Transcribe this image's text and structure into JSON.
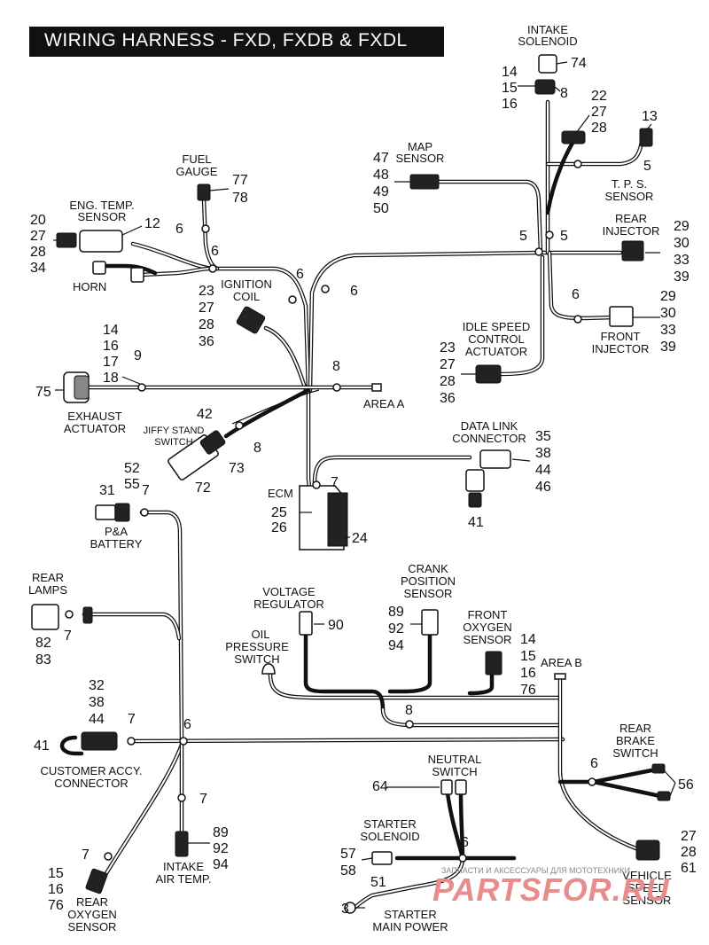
{
  "title": "WIRING HARNESS - FXD, FXDB & FXDL",
  "labels": {
    "intake_solenoid": [
      "INTAKE",
      "SOLENOID"
    ],
    "map_sensor": [
      "MAP",
      "SENSOR"
    ],
    "fuel_gauge": [
      "FUEL",
      "GAUGE"
    ],
    "eng_temp_sensor": [
      "ENG. TEMP.",
      "SENSOR"
    ],
    "horn": "HORN",
    "ignition_coil": [
      "IGNITION",
      "COIL"
    ],
    "tps_sensor": [
      "T. P. S.",
      "SENSOR"
    ],
    "rear_injector": [
      "REAR",
      "INJECTOR"
    ],
    "front_injector": [
      "FRONT",
      "INJECTOR"
    ],
    "idle_speed": [
      "IDLE SPEED",
      "CONTROL",
      "ACTUATOR"
    ],
    "exhaust_actuator": [
      "EXHAUST",
      "ACTUATOR"
    ],
    "jiffy_stand": [
      "JIFFY STAND",
      "SWITCH"
    ],
    "area_a": "AREA A",
    "data_link": [
      "DATA LINK",
      "CONNECTOR"
    ],
    "ecm": "ECM",
    "pa_battery": [
      "P&A",
      "BATTERY"
    ],
    "rear_lamps": [
      "REAR",
      "LAMPS"
    ],
    "voltage_regulator": [
      "VOLTAGE",
      "REGULATOR"
    ],
    "crank_position": [
      "CRANK",
      "POSITION",
      "SENSOR"
    ],
    "front_oxygen": [
      "FRONT",
      "OXYGEN",
      "SENSOR"
    ],
    "oil_pressure": [
      "OIL",
      "PRESSURE",
      "SWITCH"
    ],
    "area_b": "AREA B",
    "customer_accy": [
      "CUSTOMER ACCY.",
      "CONNECTOR"
    ],
    "rear_brake": [
      "REAR",
      "BRAKE",
      "SWITCH"
    ],
    "neutral_switch": [
      "NEUTRAL",
      "SWITCH"
    ],
    "starter_solenoid": [
      "STARTER",
      "SOLENOID"
    ],
    "vehicle_speed": [
      "VEHICLE",
      "SPEED",
      "SENSOR"
    ],
    "intake_air_temp": [
      "INTAKE",
      "AIR TEMP."
    ],
    "rear_oxygen": [
      "REAR",
      "OXYGEN",
      "SENSOR"
    ],
    "starter_main_power": [
      "STARTER",
      "MAIN POWER"
    ]
  },
  "callouts": {
    "intake_solenoid_a": [
      "14",
      "15",
      "16"
    ],
    "intake_solenoid_b": [
      "74",
      "8"
    ],
    "tps_pigtail": [
      "22",
      "27",
      "28"
    ],
    "tps_top": "13",
    "tps_clip": "5",
    "map_sensor": [
      "47",
      "48",
      "49",
      "50"
    ],
    "fuel_gauge": [
      "77",
      "78"
    ],
    "eng_temp_sensor": [
      "20",
      "27",
      "28",
      "34"
    ],
    "eng_temp_12": "12",
    "clip_6": "6",
    "ignition_coil": [
      "23",
      "27",
      "28",
      "36"
    ],
    "rear_injector": [
      "29",
      "30",
      "33",
      "39"
    ],
    "front_injector": [
      "29",
      "30",
      "33",
      "39"
    ],
    "junction_5": [
      "5",
      "5"
    ],
    "idle_speed": [
      "23",
      "27",
      "28",
      "36"
    ],
    "exhaust_actuator": [
      "14",
      "16",
      "17",
      "18"
    ],
    "exhaust_75": "75",
    "clip_9": "9",
    "clip_8": "8",
    "jiffy_stand": [
      "42",
      "73",
      "72",
      "8"
    ],
    "data_link": [
      "35",
      "38",
      "44",
      "46"
    ],
    "data_link_41": "41",
    "ecm": [
      "25",
      "26",
      "24",
      "7"
    ],
    "pa_battery": [
      "31",
      "52",
      "55",
      "7"
    ],
    "rear_lamps": [
      "82",
      "83",
      "7"
    ],
    "voltage_regulator": "90",
    "crank_position": [
      "89",
      "92",
      "94"
    ],
    "front_oxygen": [
      "14",
      "15",
      "16",
      "76"
    ],
    "customer_accy": [
      "32",
      "38",
      "44",
      "41",
      "7",
      "6"
    ],
    "rear_brake_56": "56",
    "neutral_64": "64",
    "starter_solenoid": [
      "57",
      "58"
    ],
    "vehicle_speed": [
      "27",
      "28",
      "61"
    ],
    "intake_air_temp": [
      "89",
      "92",
      "94",
      "7"
    ],
    "rear_oxygen": [
      "7",
      "15",
      "16",
      "76"
    ],
    "starter_main": [
      "51",
      "3"
    ]
  },
  "watermark": {
    "text": "ЗАПЧАСТИ И АКСЕССУАРЫ ДЛЯ МОТОТЕХНИКИ",
    "logo": "PARTSFOR.RU"
  }
}
